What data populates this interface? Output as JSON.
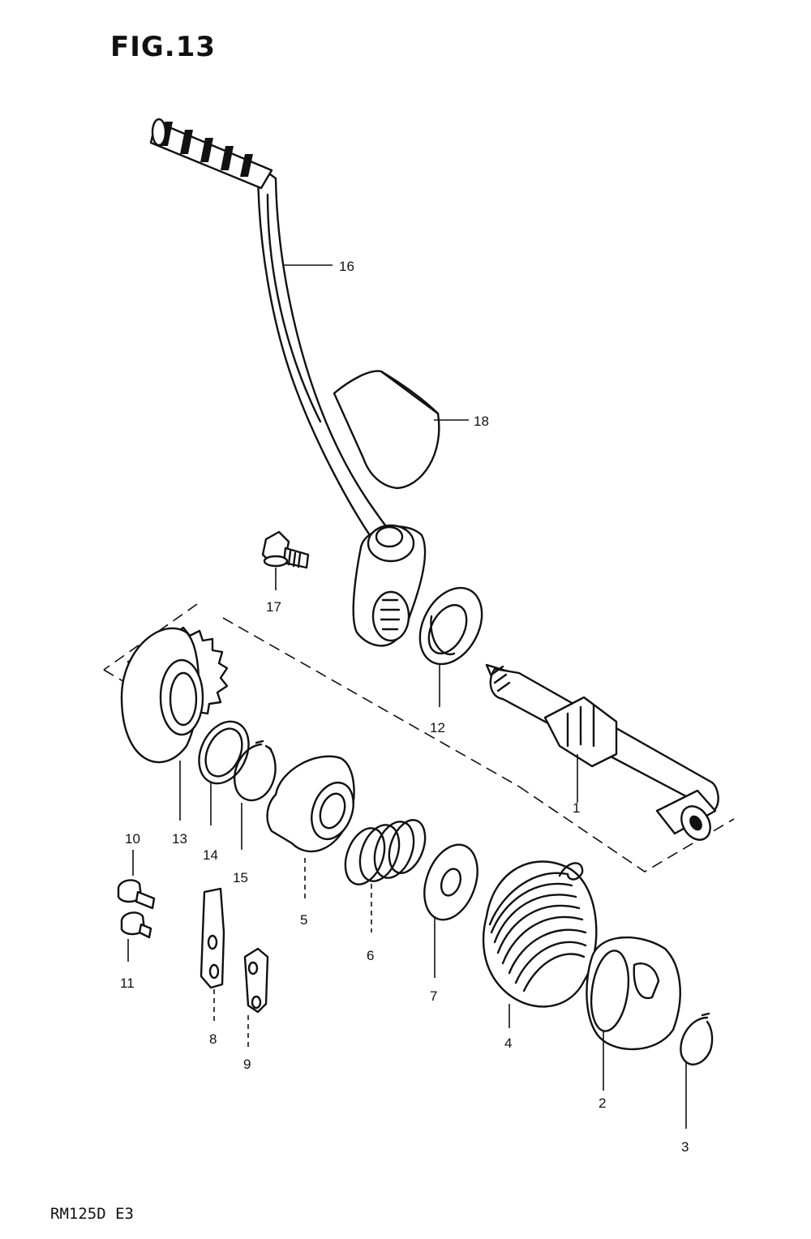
{
  "figure": {
    "title": "FIG.13",
    "model_code": "RM125D E3"
  },
  "callouts": [
    "1",
    "2",
    "3",
    "4",
    "5",
    "6",
    "7",
    "8",
    "9",
    "10",
    "11",
    "12",
    "13",
    "14",
    "15",
    "16",
    "17",
    "18"
  ],
  "colors": {
    "ink": "#111111",
    "paper": "#ffffff"
  }
}
